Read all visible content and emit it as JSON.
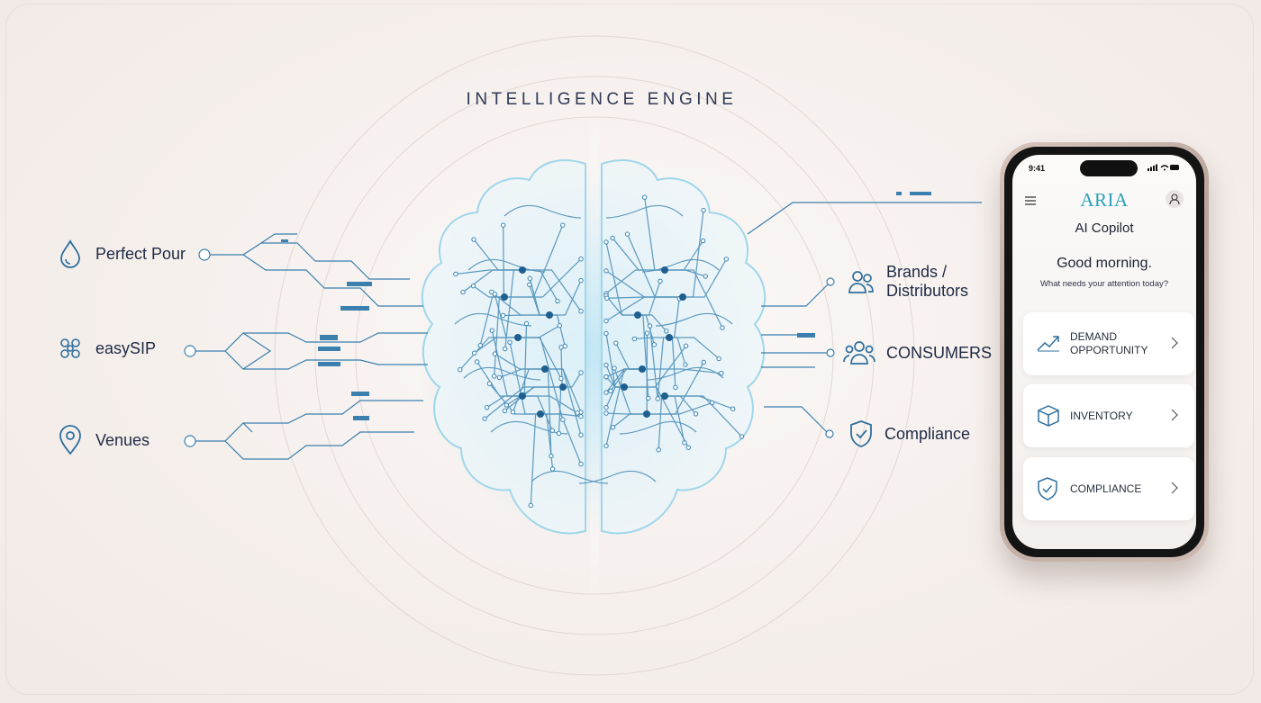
{
  "title": "INTELLIGENCE ENGINE",
  "sources": [
    {
      "label": "Perfect Pour",
      "icon": "droplet-icon"
    },
    {
      "label": "easySIP",
      "icon": "network-pattern-icon"
    },
    {
      "label": "Venues",
      "icon": "location-pin-icon"
    }
  ],
  "outputs": [
    {
      "label": "Brands /\nDistributors",
      "icon": "users-pair-icon"
    },
    {
      "label": "CONSUMERS",
      "icon": "users-group-icon"
    },
    {
      "label": "Compliance",
      "icon": "shield-check-icon"
    }
  ],
  "phone": {
    "time": "9:41",
    "brand": "ARIA",
    "subtitle": "AI Copilot",
    "greeting": "Good morning.",
    "prompt": "What needs your attention today?",
    "cards": [
      {
        "label": "DEMAND\nOPPORTUNITY",
        "icon": "trend-up-icon"
      },
      {
        "label": "INVENTORY",
        "icon": "cube-icon"
      },
      {
        "label": "COMPLIANCE",
        "icon": "shield-check-icon"
      }
    ]
  },
  "colors": {
    "accent": "#3aa9d6",
    "circuit_dark": "#1f5f8f",
    "text": "#1f2a44",
    "background": "#f6f1ee"
  }
}
